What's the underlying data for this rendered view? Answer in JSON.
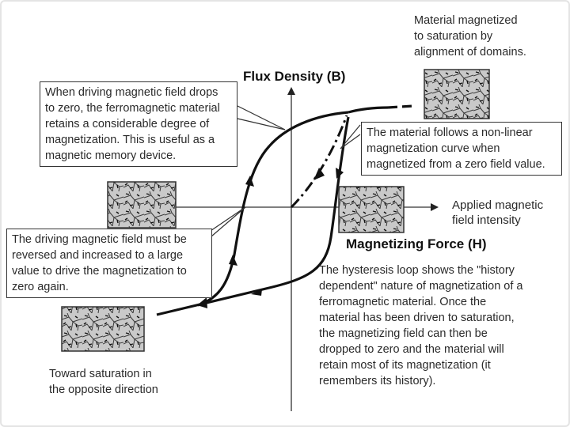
{
  "axes": {
    "y_title": "Flux Density (B)",
    "x_title": "Magnetizing Force (H)",
    "x_arrow_label": "Applied magnetic\nfield intensity"
  },
  "notes": {
    "top_right": "Material magnetized\nto saturation by\nalignment of domains.",
    "remanence": "When driving magnetic field drops\nto zero, the ferromagnetic material\nretains a considerable degree of\nmagnetization. This is useful as a\nmagnetic memory device.",
    "nonlinear": "The material follows a non-linear\nmagnetization curve when\nmagnetized from a zero field value.",
    "coercive": "The driving magnetic field must be\nreversed and increased to a large\nvalue to drive the  magnetization to\nzero again.",
    "bottom_left": "Toward saturation in\nthe opposite direction",
    "hysteresis": "The hysteresis loop shows the \"history\ndependent\" nature of magnetization of a\nferromagnetic material. Once the\nmaterial has been driven to saturation,\nthe magnetizing field can then be\ndropped to zero and the material will\nretain most of its magnetization (it\nremembers its history)."
  },
  "icons": [
    "domain-grid-icon",
    "arrow-icon"
  ]
}
